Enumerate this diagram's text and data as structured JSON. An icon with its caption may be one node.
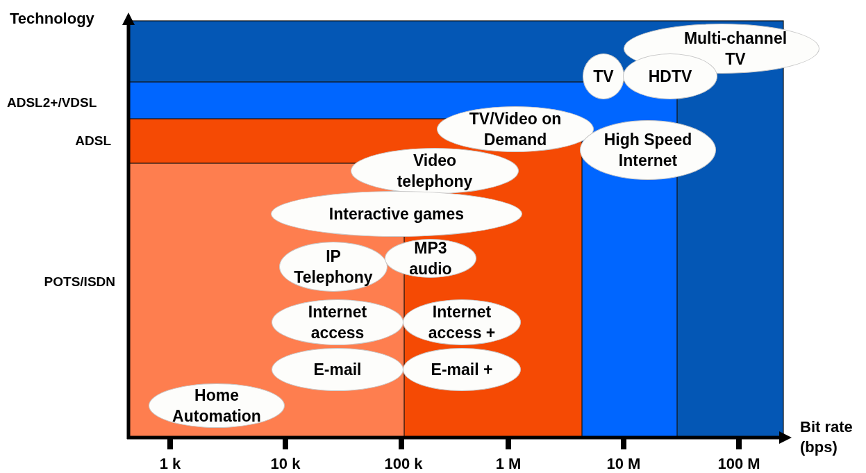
{
  "diagram": {
    "nodes": [
      {
        "text": [
          "Multi-channel TV"
        ]
      },
      {
        "text": [
          "TV"
        ]
      },
      {
        "text": [
          "HDTV"
        ]
      },
      {
        "text": [
          "TV/Video on Demand"
        ]
      },
      {
        "text": [
          "High Speed Internet"
        ]
      },
      {
        "text": [
          "Video telephony"
        ]
      },
      {
        "text": [
          "Interactive games"
        ]
      },
      {
        "text": [
          "IP Telephony"
        ]
      },
      {
        "text": [
          "MP3 audio"
        ]
      },
      {
        "text": [
          "Internet access"
        ]
      },
      {
        "text": [
          "Internet access +"
        ]
      },
      {
        "text": [
          "E-mail"
        ]
      },
      {
        "text": [
          "E-mail +"
        ]
      },
      {
        "text": [
          "Home Automation"
        ]
      }
    ],
    "edges": [],
    "labels": [
      "Technology",
      "ADSL2+/VDSL",
      "ADSL",
      "POTS/ISDN",
      "Bit rate (bps)",
      "1 k",
      "10 k",
      "100 k",
      "1 M",
      "10 M",
      "100 M"
    ]
  }
}
